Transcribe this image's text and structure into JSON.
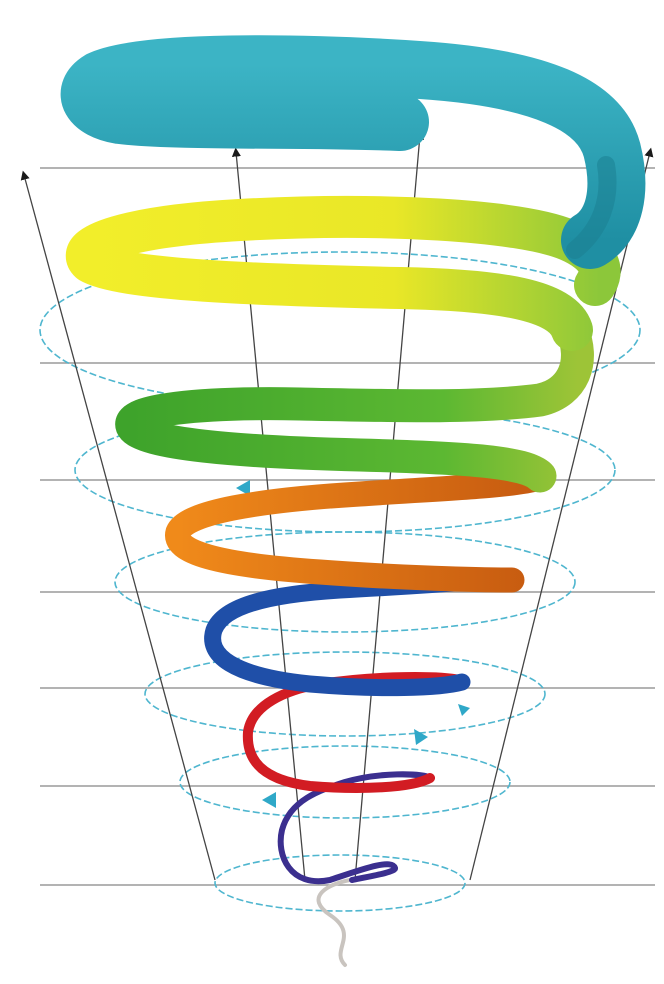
{
  "diagram": {
    "type": "expanding-spiral-in-cone",
    "text": [],
    "colors": {
      "background": "#ffffff",
      "grid_line": "#9a9a9a",
      "cone_ray": "#444444",
      "arrowhead": "#1a1a1a",
      "dashed_circle": "#4fb6cf",
      "circle_arrow": "#2fa8c8"
    },
    "spiral_bands": [
      {
        "name": "stem",
        "color": "#c9c4bf"
      },
      {
        "name": "indigo",
        "color": "#3b2f8f"
      },
      {
        "name": "red",
        "color": "#d21c23"
      },
      {
        "name": "blue",
        "color": "#1f4fa8"
      },
      {
        "name": "orange",
        "color": "#ef7f14"
      },
      {
        "name": "green",
        "color": "#4fb030"
      },
      {
        "name": "yellow",
        "color": "#e9e727"
      },
      {
        "name": "teal",
        "color": "#2fa6b8"
      }
    ]
  }
}
